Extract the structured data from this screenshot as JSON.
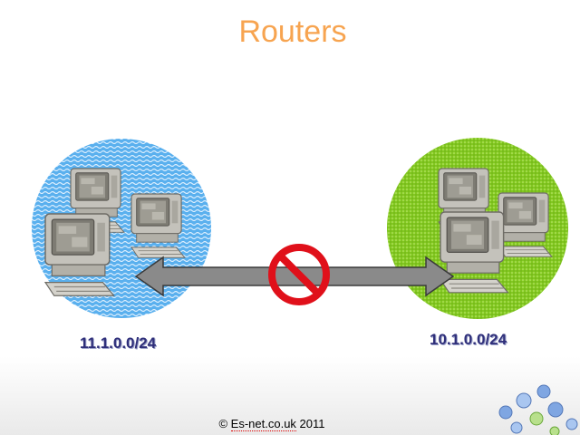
{
  "slide": {
    "title": "Routers",
    "footer_prefix": "© ",
    "footer_site": "Es-net.co.uk",
    "footer_year": " 2011"
  },
  "networks": {
    "left": {
      "label": "11.1.0.0/24",
      "color": "#4aa6e6"
    },
    "right": {
      "label": "10.1.0.0/24",
      "color": "#7ac01e"
    }
  },
  "link": {
    "status_icon": "no-entry-icon",
    "arrow": "bidirectional-arrow"
  },
  "colors": {
    "title": "#f7a450",
    "label": "#2f2f7a",
    "prohibit": "#e0101a",
    "arrow": "#8a8a8a"
  }
}
